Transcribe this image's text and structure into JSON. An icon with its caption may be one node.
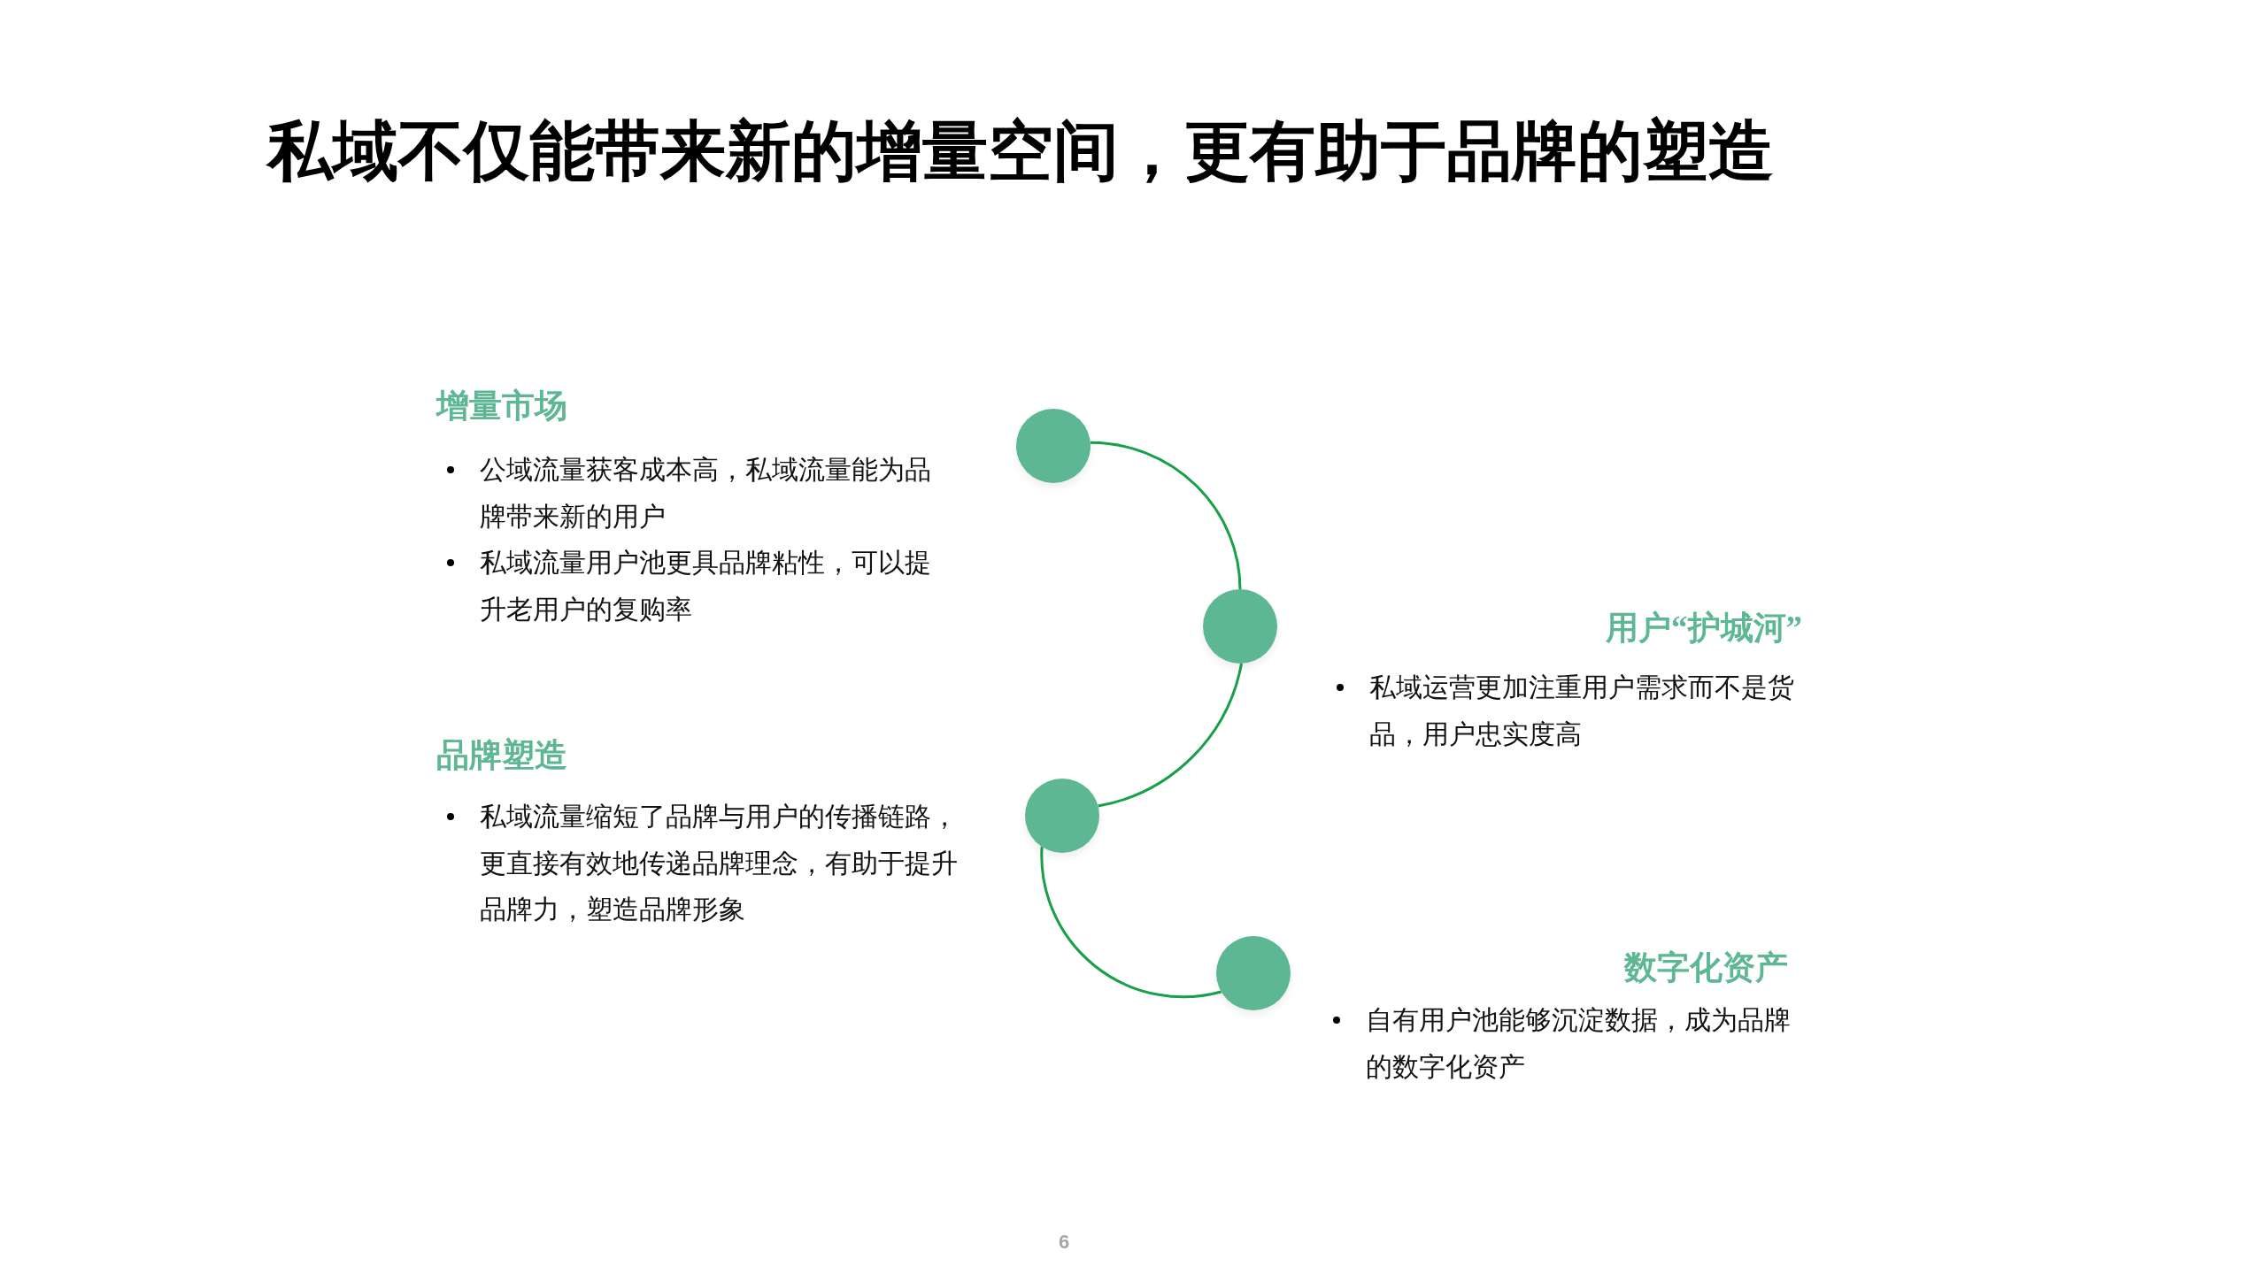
{
  "diagram": {
    "title": "私域不仅能带来新的增量空间，更有助于品牌的塑造",
    "nodes": [
      {
        "text": [],
        "shape": "circle",
        "beside": [
          "增量市场",
          "公域流量获客成本高，私域流量能为品牌带来新的用户",
          "私域流量用户池更具品牌粘性，可以提升老用户的复购率"
        ]
      },
      {
        "text": [],
        "shape": "circle",
        "beside": [
          "用户“护城河”",
          "私域运营更加注重用户需求而不是货品，用户忠实度高"
        ]
      },
      {
        "text": [],
        "shape": "circle",
        "beside": [
          "品牌塑造",
          "私域流量缩短了品牌与用户的传播链路，更直接有效地传递品牌理念，有助于提升品牌力，塑造品牌形象"
        ]
      },
      {
        "text": [],
        "shape": "circle",
        "beside": [
          "数字化资产",
          "自有用户池能够沉淀数据，成为品牌的数字化资产"
        ]
      }
    ],
    "edges": [
      {
        "from": 0,
        "to": 1,
        "arrow": "none"
      },
      {
        "from": 1,
        "to": 2,
        "arrow": "none"
      },
      {
        "from": 2,
        "to": 3,
        "arrow": "none"
      }
    ],
    "labels": [
      "6"
    ]
  }
}
